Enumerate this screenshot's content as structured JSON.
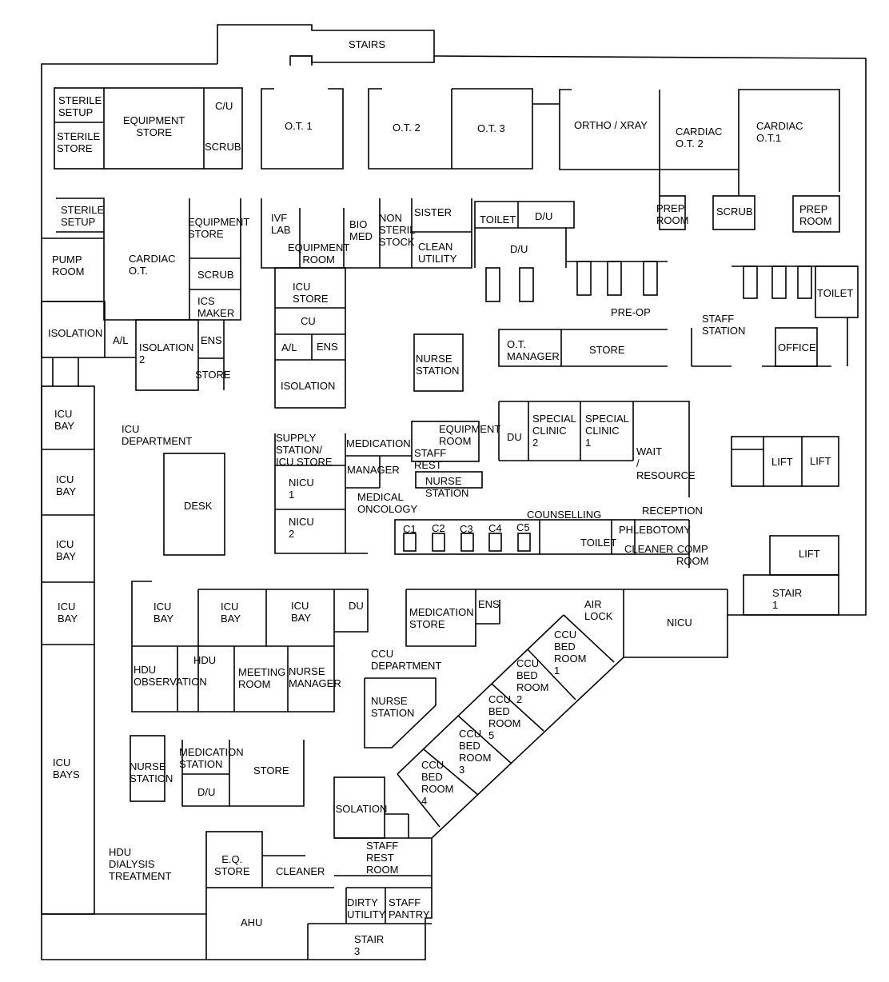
{
  "plan": {
    "stairs": "STAIRS",
    "sterile_setup_1": "STERILE\nSETUP",
    "equipment_store_1": "EQUIPMENT\nSTORE",
    "cu_top": "C/U",
    "sterile_store": "STERILE\nSTORE",
    "scrub_1": "SCRUB",
    "ot1": "O.T. 1",
    "ot2": "O.T. 2",
    "ot3": "O.T. 3",
    "ortho_xray": "ORTHO / XRAY",
    "cardiac_ot2": "CARDIAC\nO.T. 2",
    "cardiac_ot1": "CARDIAC\nO.T.1",
    "prep_room_1": "PREP\nROOM",
    "scrub_top": "SCRUB",
    "prep_room_2": "PREP\nROOM",
    "sterile_setup_2": "STERILE\nSETUP",
    "equipment_store_2": "EQUIPMENT\nSTORE",
    "pump_room": "PUMP\nROOM",
    "cardiac_ot": "CARDIAC\nO.T.",
    "scrub_2": "SCRUB",
    "ics_maker": "ICS\nMAKER",
    "ivf_lab": "IVF\nLAB",
    "equipment_room_1": "EQUIPMENT\nROOM",
    "bio_med": "BIO\nMED",
    "non_sterile_stock": "NON\nSTERIL\nSTOCK",
    "sister": "SISTER",
    "clean_utility": "CLEAN\nUTILITY",
    "toilet_1": "TOILET",
    "du_1": "D/U",
    "du_2": "D/U",
    "pre_op": "PRE-OP",
    "staff_station_1": "STAFF\nSTATION",
    "toilet_2": "TOILET",
    "office": "OFFICE",
    "isolation_1": "ISOLATION",
    "al_1": "A/L",
    "isolation_2": "ISOLATION\n2",
    "ens_1": "ENS",
    "store_1": "STORE",
    "icu_store": "ICU\nSTORE",
    "cu_mid": "CU",
    "al_2": "A/L",
    "ens_2": "ENS",
    "isolation_3": "ISOLATION",
    "nurse_station_1": "NURSE\nSTATION",
    "ot_manager": "O.T.\nMANAGER",
    "store_2": "STORE",
    "icu_bay_1": "ICU\nBAY",
    "icu_bay_2": "ICU\nBAY",
    "icu_bay_3": "ICU\nBAY",
    "icu_bay_4": "ICU\nBAY",
    "icu_bays": "ICU\nBAYS",
    "icu_department": "ICU\nDEPARTMENT",
    "desk": "DESK",
    "supply_station": "SUPPLY\nSTATION/\nICU STORE",
    "medication_1": "MEDICATION",
    "equipment_room_2": "EQUIPMENT\nROOM",
    "staff_rest_1": "STAFF\nREST",
    "manager": "MANAGER",
    "nurse_station_2": "NURSE\nSTATION",
    "nicu_1": "NICU\n1",
    "nicu_2": "NICU\n2",
    "medical_oncology": "MEDICAL\nONCOLOGY",
    "du_3": "DU",
    "special_clinic_2": "SPECIAL\nCLINIC\n2",
    "special_clinic_1": "SPECIAL\nCLINIC\n1",
    "wait_resource": "WAIT\n/\nRESOURCE",
    "lift_1": "LIFT",
    "lift_2": "LIFT",
    "lift_3": "LIFT",
    "c1": "C1",
    "c2": "C2",
    "c3": "C3",
    "c4": "C4",
    "c5": "C5",
    "counselling": "COUNSELLING",
    "toilet_3": "TOILET",
    "reception": "RECEPTION",
    "phlebotomy": "PHLEBOTOMY",
    "cleaner_1": "CLEANER",
    "comp_room": "COMP\nROOM",
    "stair_1": "STAIR\n1",
    "icu_bay_5": "ICU\nBAY",
    "icu_bay_6": "ICU\nBAY",
    "icu_bay_7": "ICU\nBAY",
    "du_4": "DU",
    "medication_store": "MEDICATION\nSTORE",
    "ens_3": "ENS",
    "air_lock": "AIR\nLOCK",
    "nicu_3": "NICU",
    "hdu_observation": "HDU\nOBSERVATION",
    "hdu": "HDU",
    "meeting_room": "MEETING\nROOM",
    "nurse_manager": "NURSE\nMANAGER",
    "ccu_department": "CCU\nDEPARTMENT",
    "nurse_station_3": "NURSE\nSTATION",
    "ccu_bed_1": "CCU\nBED\nROOM\n1",
    "ccu_bed_2": "CCU\nBED\nROOM\n2",
    "ccu_bed_5": "CCU\nBED\nROOM\n5",
    "ccu_bed_3": "CCU\nBED\nROOM\n3",
    "ccu_bed_4": "CCU\nBED\nROOM\n4",
    "nurse_station_4": "NURSE\nSTATION",
    "medication_station": "MEDICATION\nSTATION",
    "store_3": "STORE",
    "du_5": "D/U",
    "isolation_4": "ISOLATION",
    "hdu_dialysis": "HDU\nDIALYSIS\nTREATMENT",
    "eq_store": "E.Q.\nSTORE",
    "cleaner_2": "CLEANER",
    "staff_rest_room": "STAFF\nREST\nROOM",
    "dirty_utility": "DIRTY\nUTILITY",
    "staff_pantry": "STAFF\nPANTRY",
    "ahu": "AHU",
    "stair_3": "STAIR\n3"
  }
}
